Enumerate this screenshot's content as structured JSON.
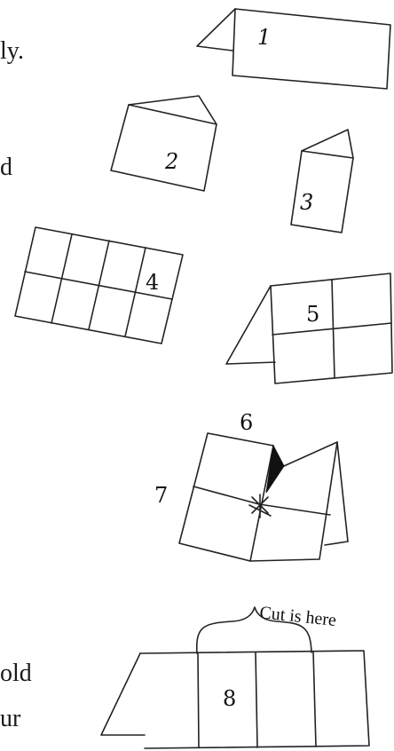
{
  "left_margin_fragments": [
    "ly.",
    "d",
    "old",
    "ur"
  ],
  "step_labels": [
    "1",
    "2",
    "3",
    "4",
    "5",
    "6",
    "7",
    "8"
  ],
  "cut_annotation": "Cut is here",
  "colors": {
    "line": "#222222",
    "fill_dark": "#111111",
    "background": "#ffffff"
  }
}
